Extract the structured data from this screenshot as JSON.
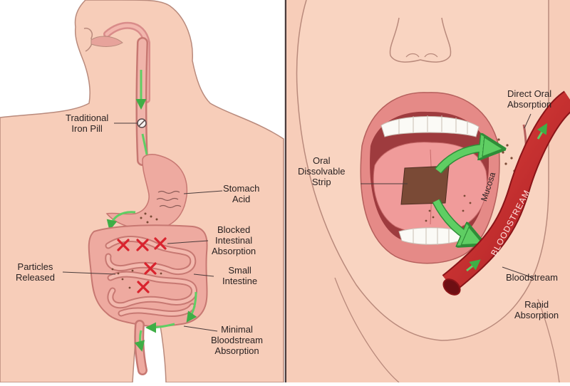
{
  "left_panel": {
    "labels": {
      "iron_pill": [
        "Traditional",
        "Iron Pill"
      ],
      "stomach_acid": [
        "Stomach",
        "Acid"
      ],
      "blocked_absorption": [
        "Blocked",
        "Intestinal",
        "Absorption"
      ],
      "particles_released": [
        "Particles",
        "Released"
      ],
      "small_intestine": [
        "Small",
        "Intestine"
      ],
      "minimal_absorption": [
        "Minimal",
        "Bloodstream",
        "Absorption"
      ]
    }
  },
  "right_panel": {
    "labels": {
      "direct_oral": [
        "Direct Oral",
        "Absorption"
      ],
      "oral_strip": [
        "Oral",
        "Dissolvable",
        "Strip"
      ],
      "mucosa": "Mucosa",
      "bloodstream_vessel": "BLOODSTREAM",
      "bloodstream": "Bloodstream",
      "rapid_absorption": [
        "Rapid",
        "Absorption"
      ]
    }
  },
  "colors": {
    "skin": "#f7cdb9",
    "skin_outline": "#b98a7c",
    "gut": "#eeaaa0",
    "arrow": "#5fce63",
    "blocked_x": "#d9232e",
    "vessel": "#c8232a",
    "strip": "#7a4a36",
    "divider": "#4a3b3b"
  }
}
